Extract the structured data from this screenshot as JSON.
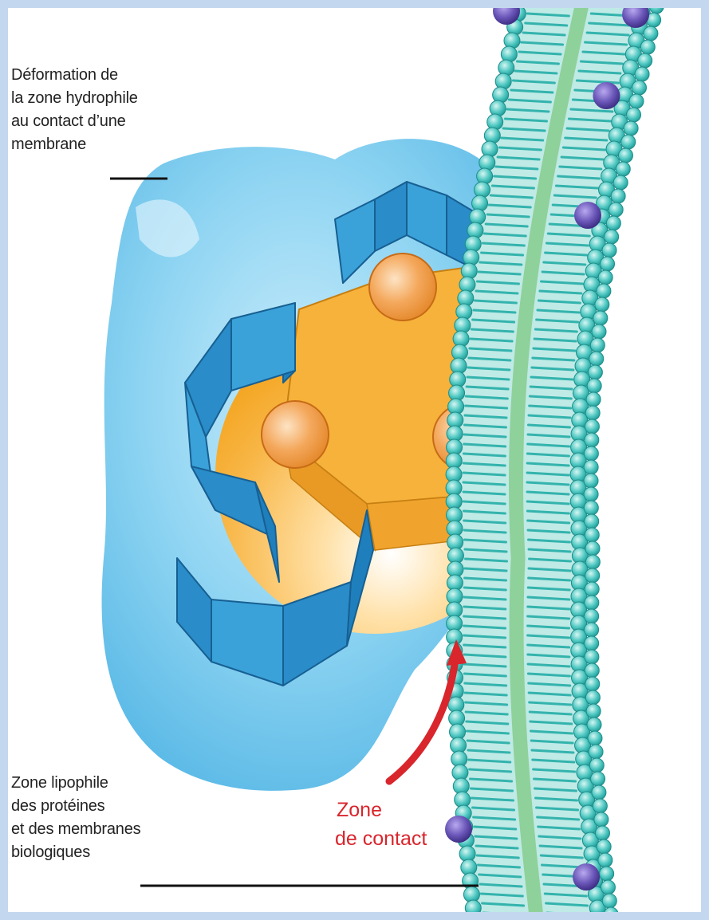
{
  "labels": {
    "hydrophilic_zone": [
      "Déformation de",
      "la zone hydrophile",
      "au contact d’une",
      "membrane"
    ],
    "lipophilic_zone": [
      "Zone lipophile",
      "des protéines",
      "et des membranes",
      "biologiques"
    ],
    "contact_zone": [
      "Zone",
      "de contact"
    ]
  },
  "colors": {
    "hydrophilic_halo": "#6fc4ec",
    "lipophilic_core": "#f7b53d",
    "beta_sheet": "#2a93cf",
    "membrane_head": "#3fc4c0",
    "membrane_tail": "#7fd6d0",
    "membrane_core": "#8fd19a",
    "membrane_protein": "#6a56b8",
    "contact_arrow": "#d9252c"
  }
}
